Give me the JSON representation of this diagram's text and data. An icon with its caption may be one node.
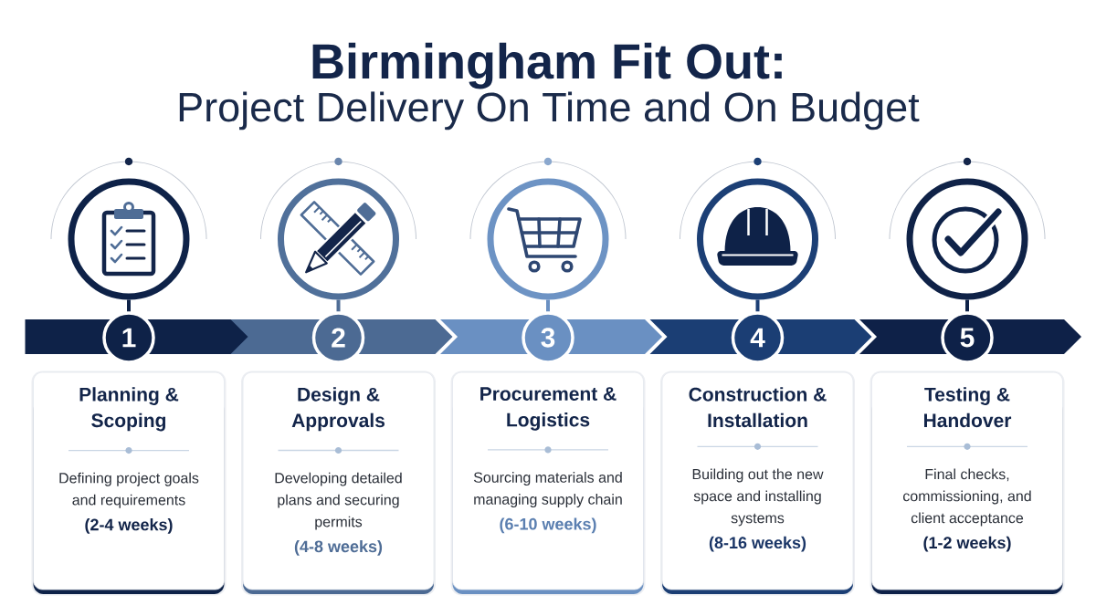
{
  "diagram": {
    "title": "Birmingham Fit Out:",
    "nodes": [
      {
        "text": [],
        "shape": "circle"
      },
      {
        "text": [],
        "shape": "circle"
      },
      {
        "text": [],
        "shape": "circle"
      },
      {
        "text": [],
        "shape": "circle"
      },
      {
        "text": [],
        "shape": "circle"
      },
      {
        "text": [],
        "shape": "chevron"
      },
      {
        "text": [],
        "shape": "chevron"
      },
      {
        "text": [],
        "shape": "chevron"
      },
      {
        "text": [],
        "shape": "chevron"
      },
      {
        "text": [],
        "shape": "chevron"
      },
      {
        "text": [
          "1"
        ]
      },
      {
        "text": [
          "2"
        ]
      },
      {
        "text": [
          "3"
        ]
      },
      {
        "text": [
          "4"
        ]
      },
      {
        "text": [
          "5"
        ]
      },
      {
        "text": [
          "Planning & Scoping",
          "Defining project goals and requirements",
          "(2-4 weeks)"
        ]
      },
      {
        "text": [
          "Design & Approvals",
          "Developing detailed plans and securing permits",
          "(4-8 weeks)"
        ]
      },
      {
        "text": [
          "Procurement & Logistics",
          "Sourcing materials and managing supply chain",
          "(6-10 weeks)"
        ]
      },
      {
        "text": [
          "Construction & Installation",
          "Building out the new space and installing systems",
          "(8-16 weeks)"
        ]
      },
      {
        "text": [
          "Testing & Handover",
          "Final checks, commissioning, and client acceptance",
          "(1-2 weeks)"
        ]
      }
    ],
    "edges": [
      {
        "from": 0,
        "to": 10,
        "arrow": "none"
      },
      {
        "from": 1,
        "to": 11,
        "arrow": "none",
        "color": "#4f6d96"
      },
      {
        "from": 2,
        "to": 12,
        "arrow": "none",
        "color": "#6a90c2"
      },
      {
        "from": 3,
        "to": 13,
        "arrow": "none",
        "color": "#1c3f75"
      },
      {
        "from": 4,
        "to": 14,
        "arrow": "none"
      }
    ],
    "labels": [
      "Project Delivery On Time and On Budget"
    ]
  }
}
